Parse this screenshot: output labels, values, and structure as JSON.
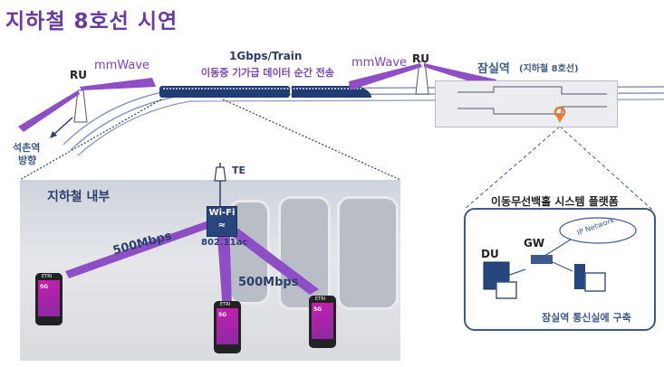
{
  "title": "지하철 8호선 시연",
  "top": {
    "ru_left": "RU",
    "mmwave_left": "mmWave",
    "throughput": "1Gbps/Train",
    "throughput_desc": "이동중 기가급 데이터 순간 전송",
    "mmwave_right": "mmWave",
    "ru_right": "RU",
    "station_name": "잠실역",
    "station_line": "(지하철 8호선)",
    "direction_line1": "석촌역",
    "direction_line2": "방향"
  },
  "interior": {
    "label": "지하철 내부",
    "te_label": "TE",
    "wifi_label": "Wi-Fi",
    "wifi_standard": "802.11ac",
    "rate_left": "500Mbps",
    "rate_right": "500Mbps",
    "phones": [
      {
        "brand": "ETRI",
        "screen": "5G"
      },
      {
        "brand": "ETRI",
        "screen": "5G"
      },
      {
        "brand": "ETRI",
        "screen": "5G"
      }
    ]
  },
  "platform": {
    "title": "이동무선백홀 시스템 플랫폼",
    "du_label": "DU",
    "gw_label": "GW",
    "cloud_label": "IP Network",
    "footer": "잠실역 통신실에 구축"
  },
  "colors": {
    "title": "#6a3aa0",
    "beam": "#8e4ec6",
    "train": "#1f3d73",
    "pin": "#e8782a",
    "outline": "#3d5a8a"
  }
}
